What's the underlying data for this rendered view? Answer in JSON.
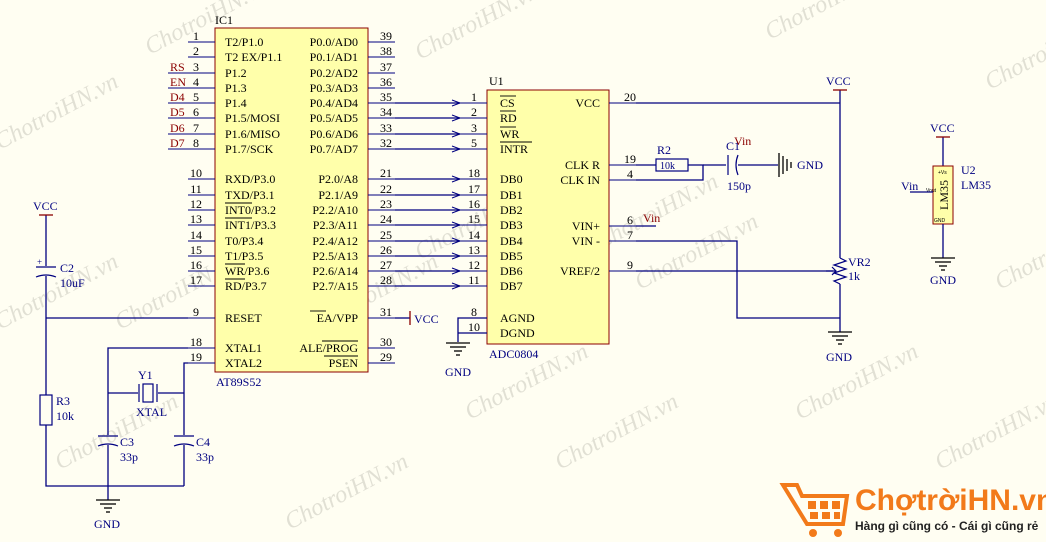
{
  "watermark": "ChotroiHN.vn",
  "ic1": {
    "designator": "IC1",
    "part": "AT89S52",
    "left_pins": [
      {
        "n": "1",
        "name": "T2/P1.0",
        "net": ""
      },
      {
        "n": "2",
        "name": "T2 EX/P1.1",
        "net": ""
      },
      {
        "n": "3",
        "name": "P1.2",
        "net": "RS"
      },
      {
        "n": "4",
        "name": "P1.3",
        "net": "EN"
      },
      {
        "n": "5",
        "name": "P1.4",
        "net": "D4"
      },
      {
        "n": "6",
        "name": "P1.5/MOSI",
        "net": "D5"
      },
      {
        "n": "7",
        "name": "P1.6/MISO",
        "net": "D6"
      },
      {
        "n": "8",
        "name": "P1.7/SCK",
        "net": "D7"
      },
      {
        "n": "10",
        "name": "RXD/P3.0",
        "net": ""
      },
      {
        "n": "11",
        "name": "TXD/P3.1",
        "net": ""
      },
      {
        "n": "12",
        "name": "INT0/P3.2",
        "net": ""
      },
      {
        "n": "13",
        "name": "INT1/P3.3",
        "net": ""
      },
      {
        "n": "14",
        "name": "T0/P3.4",
        "net": ""
      },
      {
        "n": "15",
        "name": "T1/P3.5",
        "net": ""
      },
      {
        "n": "16",
        "name": "WR/P3.6",
        "net": ""
      },
      {
        "n": "17",
        "name": "RD/P3.7",
        "net": ""
      },
      {
        "n": "9",
        "name": "RESET",
        "net": ""
      },
      {
        "n": "18",
        "name": "XTAL1",
        "net": ""
      },
      {
        "n": "19",
        "name": "XTAL2",
        "net": ""
      }
    ],
    "right_pins": [
      {
        "n": "39",
        "name": "P0.0/AD0"
      },
      {
        "n": "38",
        "name": "P0.1/AD1"
      },
      {
        "n": "37",
        "name": "P0.2/AD2"
      },
      {
        "n": "36",
        "name": "P0.3/AD3"
      },
      {
        "n": "35",
        "name": "P0.4/AD4"
      },
      {
        "n": "34",
        "name": "P0.5/AD5"
      },
      {
        "n": "33",
        "name": "P0.6/AD6"
      },
      {
        "n": "32",
        "name": "P0.7/AD7"
      },
      {
        "n": "21",
        "name": "P2.0/A8"
      },
      {
        "n": "22",
        "name": "P2.1/A9"
      },
      {
        "n": "23",
        "name": "P2.2/A10"
      },
      {
        "n": "24",
        "name": "P2.3/A11"
      },
      {
        "n": "25",
        "name": "P2.4/A12"
      },
      {
        "n": "26",
        "name": "P2.5/A13"
      },
      {
        "n": "27",
        "name": "P2.6/A14"
      },
      {
        "n": "28",
        "name": "P2.7/A15"
      },
      {
        "n": "31",
        "name": "EA/VPP"
      },
      {
        "n": "30",
        "name": "ALE/PROG"
      },
      {
        "n": "29",
        "name": "PSEN"
      }
    ]
  },
  "u1": {
    "designator": "U1",
    "part": "ADC0804",
    "left_pins": [
      {
        "n": "1",
        "name": "CS"
      },
      {
        "n": "2",
        "name": "RD"
      },
      {
        "n": "3",
        "name": "WR"
      },
      {
        "n": "5",
        "name": "INTR"
      },
      {
        "n": "18",
        "name": "DB0"
      },
      {
        "n": "17",
        "name": "DB1"
      },
      {
        "n": "16",
        "name": "DB2"
      },
      {
        "n": "15",
        "name": "DB3"
      },
      {
        "n": "14",
        "name": "DB4"
      },
      {
        "n": "13",
        "name": "DB5"
      },
      {
        "n": "12",
        "name": "DB6"
      },
      {
        "n": "11",
        "name": "DB7"
      },
      {
        "n": "8",
        "name": "AGND"
      },
      {
        "n": "10",
        "name": "DGND"
      }
    ],
    "right_pins": [
      {
        "n": "20",
        "name": "VCC"
      },
      {
        "n": "19",
        "name": "CLK R"
      },
      {
        "n": "4",
        "name": "CLK IN"
      },
      {
        "n": "6",
        "name": "VIN+"
      },
      {
        "n": "7",
        "name": "VIN -"
      },
      {
        "n": "9",
        "name": "VREF/2"
      }
    ]
  },
  "u2": {
    "designator": "U2",
    "part": "LM35",
    "vin": "Vin",
    "p_vs": "+Vs",
    "p_out": "Vout",
    "p_gnd": "GND"
  },
  "parts": {
    "c2": {
      "ref": "C2",
      "value": "10uF"
    },
    "r3": {
      "ref": "R3",
      "value": "10k"
    },
    "y1": {
      "ref": "Y1",
      "value": "XTAL"
    },
    "c3": {
      "ref": "C3",
      "value": "33p"
    },
    "c4": {
      "ref": "C4",
      "value": "33p"
    },
    "r2": {
      "ref": "R2",
      "value": "10k"
    },
    "c1": {
      "ref": "C1",
      "value": "150p"
    },
    "vr2": {
      "ref": "VR2",
      "value": "1k"
    }
  },
  "nets": {
    "vcc": "VCC",
    "gnd": "GND",
    "vin": "Vin"
  },
  "brand": {
    "name": "ChợtrờiHN.vn",
    "slogan": "Hàng gì cũng có - Cái gì cũng rẻ",
    "color": "#f27a1a"
  }
}
